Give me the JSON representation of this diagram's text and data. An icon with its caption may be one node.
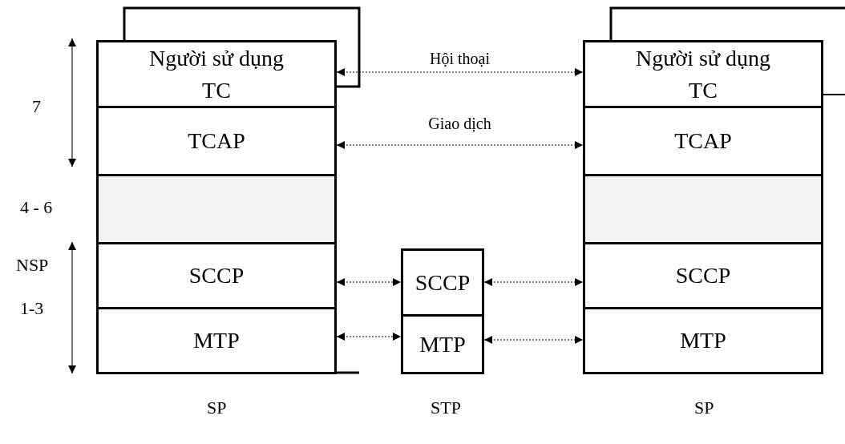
{
  "diagram": {
    "nodes": [
      {
        "text": [
          "Người sử dụng TC"
        ]
      },
      {
        "text": [
          "TCAP"
        ]
      },
      {
        "text": [],
        "shape": "box"
      },
      {
        "text": [
          "SCCP"
        ]
      },
      {
        "text": [
          "MTP"
        ]
      },
      {
        "text": [
          "SCCP"
        ]
      },
      {
        "text": [
          "MTP"
        ]
      },
      {
        "text": [
          "Người sử dụng TC"
        ]
      },
      {
        "text": [
          "TCAP"
        ]
      },
      {
        "text": [],
        "shape": "box"
      },
      {
        "text": [
          "SCCP"
        ]
      },
      {
        "text": [
          "MTP"
        ]
      }
    ],
    "edges": [
      {
        "from": 0,
        "to": 7,
        "arrow": "both",
        "label": "Hội thoại",
        "style": "dashed"
      },
      {
        "from": 1,
        "to": 8,
        "arrow": "both",
        "label": "Giao dịch",
        "style": "dashed"
      },
      {
        "from": 3,
        "to": 5,
        "arrow": "both",
        "style": "dashed"
      },
      {
        "from": 4,
        "to": 6,
        "arrow": "both",
        "style": "dashed"
      },
      {
        "from": 5,
        "to": 10,
        "arrow": "both",
        "style": "dashed"
      },
      {
        "from": 6,
        "to": 11,
        "arrow": "both",
        "style": "dashed"
      }
    ],
    "labels": [
      "7",
      "4 - 6",
      "NSP",
      "1-3",
      "SP",
      "STP",
      "SP"
    ]
  }
}
